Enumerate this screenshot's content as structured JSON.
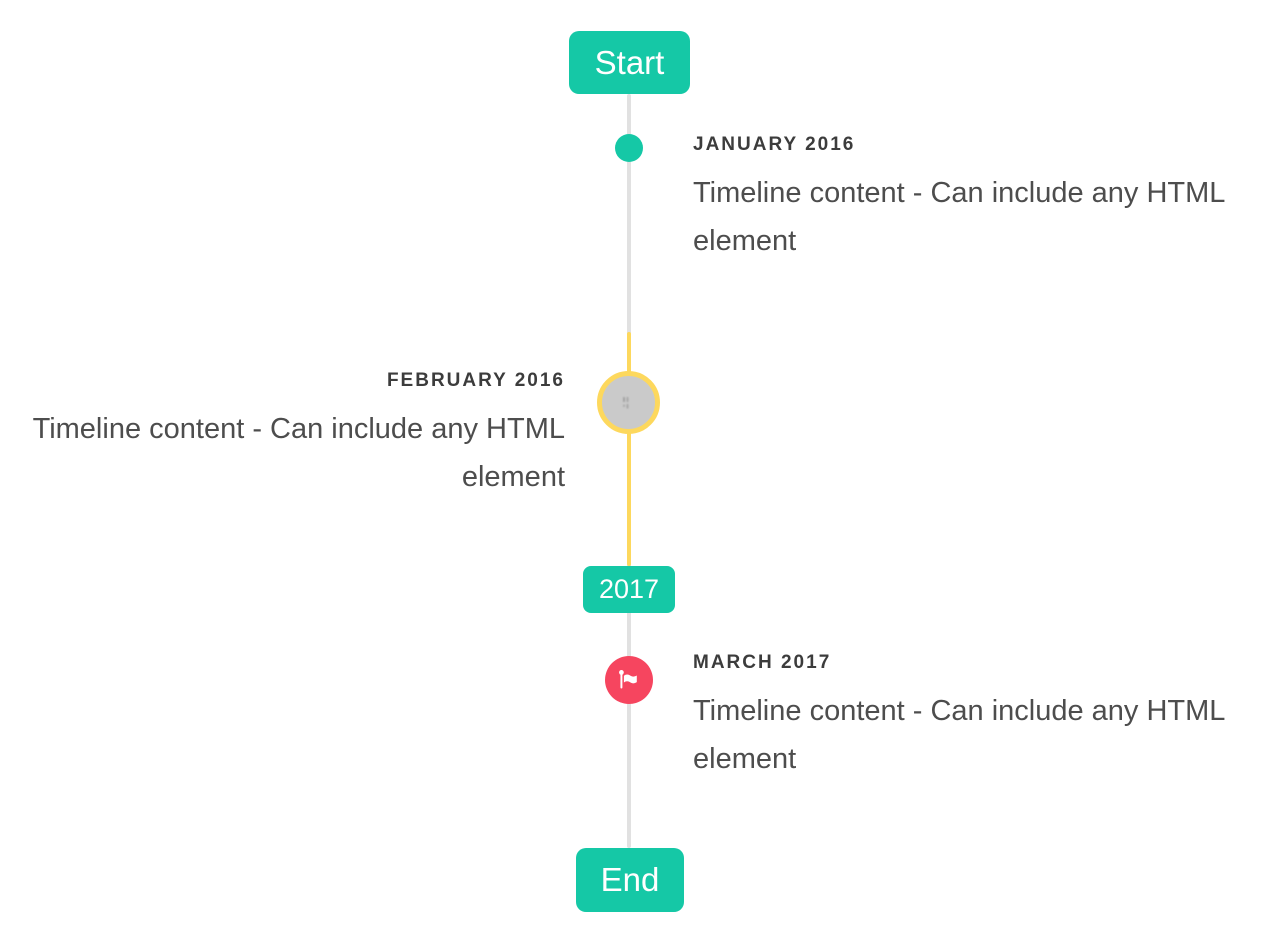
{
  "page": {
    "background": "#ffffff"
  },
  "colors": {
    "page-bg": "#ffffff",
    "teal": "#15c8a6",
    "yellow": "#fdd85d",
    "red": "#f6455f",
    "line": "#e1e1e1",
    "circle_fill": "#cacaca",
    "title_text": "#3c3c3c",
    "content_text": "#4d4d4d",
    "button_text": "#ffffff"
  },
  "timeline": {
    "start_label": "Start",
    "end_label": "End",
    "year_badge_label": "2017",
    "items": [
      {
        "date": "JANUARY 2016",
        "content": "Timeline content - Can include any HTML element",
        "side": "right",
        "marker": "teal-dot"
      },
      {
        "date": "FEBRUARY 2016",
        "content": "Timeline content - Can include any HTML element",
        "side": "left",
        "marker": "photo-circle-yellow-ring"
      },
      {
        "date": "MARCH 2017",
        "content": "Timeline content - Can include any HTML element",
        "side": "right",
        "marker": "red-flag-circle"
      }
    ]
  }
}
